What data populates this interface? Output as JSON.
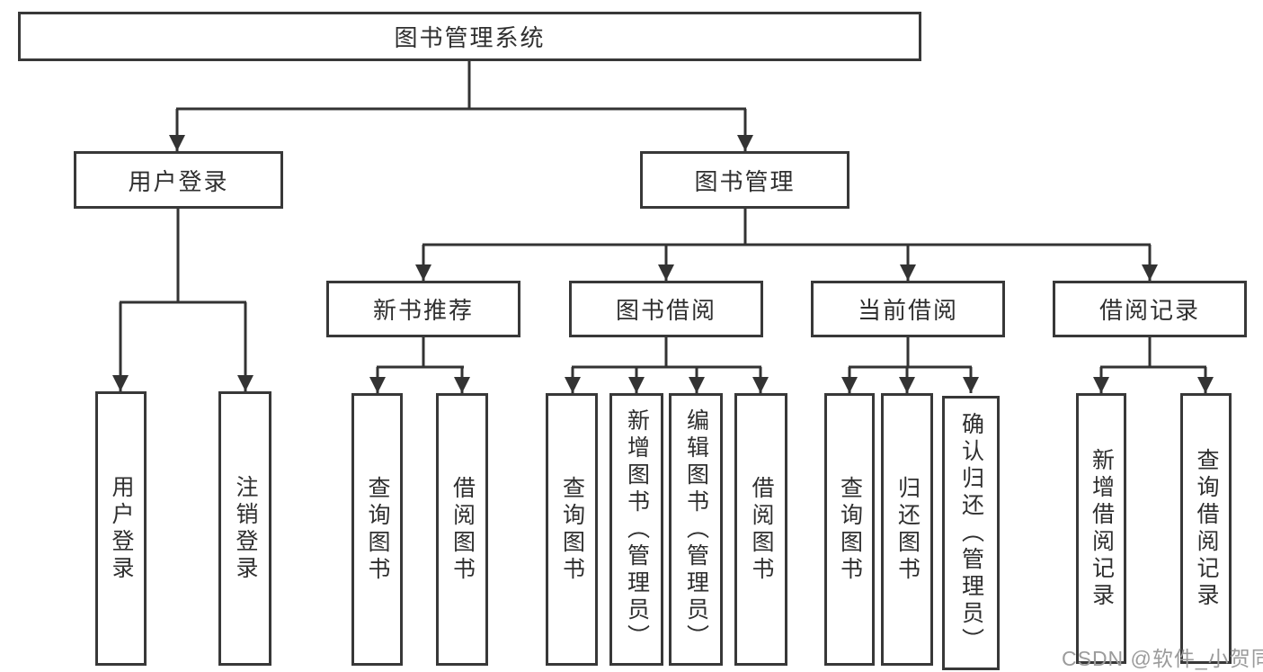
{
  "diagram": {
    "title": "图书管理系统",
    "root": {
      "label": "图书管理系统"
    },
    "branches": [
      {
        "label": "用户登录",
        "children": [
          {
            "label": "用户登录"
          },
          {
            "label": "注销登录"
          }
        ]
      },
      {
        "label": "图书管理",
        "children": [
          {
            "label": "新书推荐",
            "children": [
              {
                "label": "查询图书"
              },
              {
                "label": "借阅图书"
              }
            ]
          },
          {
            "label": "图书借阅",
            "children": [
              {
                "label": "查询图书"
              },
              {
                "label": "新增图书（管理员）"
              },
              {
                "label": "编辑图书（管理员）"
              },
              {
                "label": "借阅图书"
              }
            ]
          },
          {
            "label": "当前借阅",
            "children": [
              {
                "label": "查询图书"
              },
              {
                "label": "归还图书"
              },
              {
                "label": "确认归还（管理员）"
              }
            ]
          },
          {
            "label": "借阅记录",
            "children": [
              {
                "label": "新增借阅记录"
              },
              {
                "label": "查询借阅记录"
              }
            ]
          }
        ]
      }
    ]
  },
  "watermark": {
    "text": "CSDN @软件_小贺同学"
  },
  "colors": {
    "box_border": "#383838",
    "connector_line": "#333333",
    "text": "#2f2f2f",
    "watermark_text": "#9b9b9b",
    "background": "#ffffff"
  }
}
